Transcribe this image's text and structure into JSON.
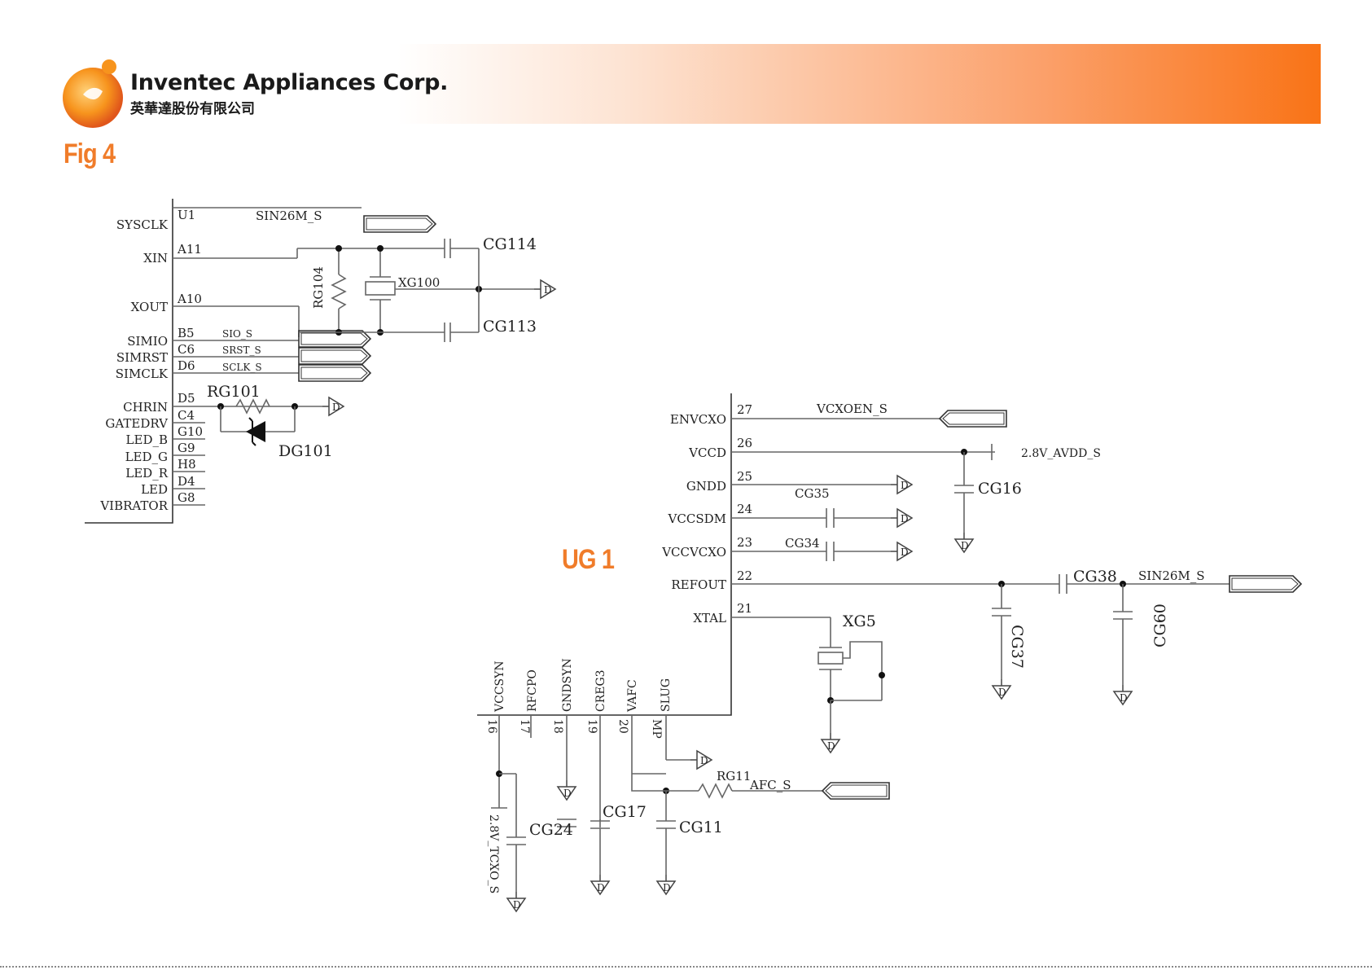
{
  "header": {
    "company_en": "Inventec Appliances Corp.",
    "company_zh": "英華達股份有限公司",
    "figure_label": "Fig 4",
    "logo_icon": "orange-sphere-logo",
    "band_color_start": "#ffffff",
    "band_color_end": "#f97316"
  },
  "schematic": {
    "chip_label": "UG 1",
    "left_block": {
      "signals": [
        "SYSCLK",
        "XIN",
        "XOUT",
        "SIMIO",
        "SIMRST",
        "SIMCLK",
        "CHRIN",
        "GATEDRV",
        "LED_B",
        "LED_G",
        "LED_R",
        "LED",
        "VIBRATOR"
      ],
      "pins": [
        "U1",
        "A11",
        "A10",
        "B5",
        "C6",
        "D6",
        "D5",
        "C4",
        "G10",
        "G9",
        "H8",
        "D4",
        "G8"
      ],
      "nets": {
        "sysclk": "SIN26M_S",
        "simio": "SIO_S",
        "simrst": "SRST_S",
        "simclk": "SCLK_S"
      },
      "components": {
        "cap_top": "CG114",
        "cap_bottom": "CG113",
        "resistor_vertical": "RG104",
        "crystal": "XG100",
        "resistor_chrin": "RG101",
        "diode": "DG101"
      }
    },
    "right_block": {
      "signals": [
        "ENVCXO",
        "VCCD",
        "GNDD",
        "VCCSDM",
        "VCCVCXO",
        "REFOUT",
        "XTAL"
      ],
      "pins": [
        "27",
        "26",
        "25",
        "24",
        "23",
        "22",
        "21"
      ],
      "bottom_signals": [
        "VCCSYN",
        "RFCPO",
        "GNDSYN",
        "CREG3",
        "VAFC",
        "SLUG"
      ],
      "bottom_pins": [
        "16",
        "17",
        "18",
        "19",
        "20",
        "MP"
      ],
      "nets": {
        "envcxo": "VCXOEN_S",
        "vccd": "2.8V_AVDD_S",
        "refout": "SIN26M_S",
        "afc": "AFC_S",
        "vccsyn": "2.8V_TCXO_S"
      },
      "components": {
        "cg16": "CG16",
        "cg35": "CG35",
        "cg34": "CG34",
        "cg38": "CG38",
        "cg37": "CG37",
        "cg60": "CG60",
        "xg5": "XG5",
        "rg11": "RG11",
        "cg24": "CG24",
        "cg17": "CG17",
        "cg11": "CG11"
      },
      "ground_marker": "D"
    }
  }
}
